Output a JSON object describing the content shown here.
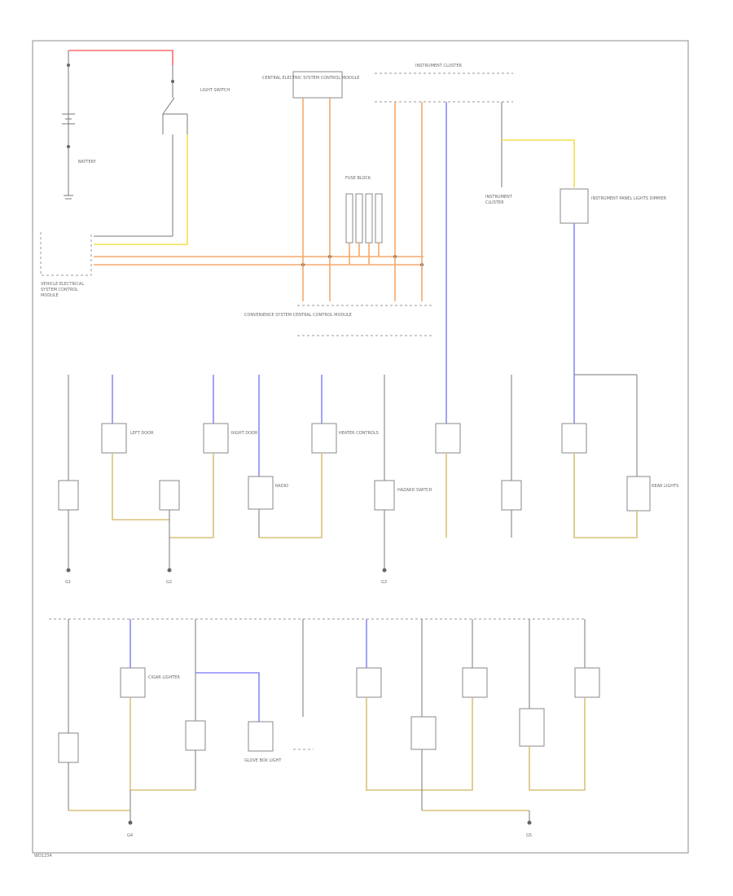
{
  "colors": {
    "red": "#ff6b6b",
    "yellow": "#f4e04d",
    "orange": "#f7a86b",
    "violet": "#8c8cf5",
    "tan": "#d9c27a",
    "black": "#7a7a7a"
  },
  "labels": {
    "battery": "BATTERY",
    "light_switch": "LIGHT SWITCH",
    "relay_box": "CENTRAL ELECTRIC SYSTEM CONTROL MODULE",
    "instrument_cluster": "INSTRUMENT CLUSTER",
    "fuse_block": "FUSE BLOCK",
    "dimmer": "INSTRUMENT PANEL LIGHTS DIMMER",
    "front_module": "CONVENIENCE SYSTEM CENTRAL CONTROL MODULE",
    "left_door": "LEFT DOOR",
    "right_door": "RIGHT DOOR",
    "heater": "HEATER CONTROLS",
    "radio": "RADIO",
    "hazard": "HAZARD SWITCH",
    "cigar": "CIGAR LIGHTER",
    "glove": "GLOVE BOX LIGHT",
    "rear_lights": "REAR LIGHTS",
    "ground_1": "G1",
    "ground_2": "G2",
    "ground_3": "G3",
    "ground_4": "G4",
    "ground_5": "G5",
    "footer": "WD1234"
  }
}
